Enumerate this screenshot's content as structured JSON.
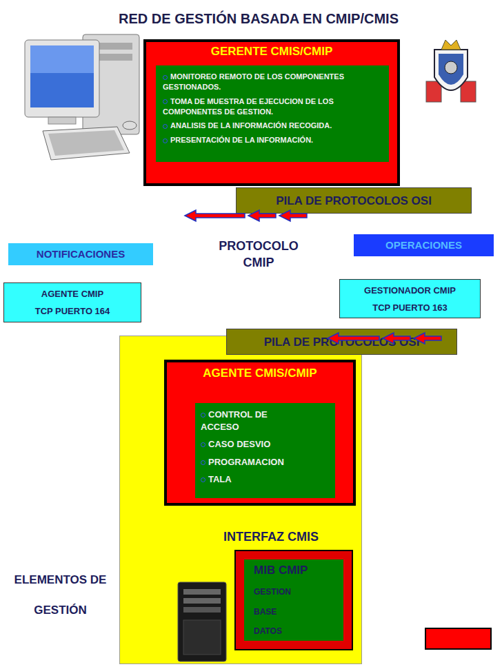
{
  "diagram": {
    "title": "RED DE GESTIÓN BASADA EN CMIP/CMIS",
    "nodes": [
      {
        "text": [
          "GERENTE CMIS/CMIP"
        ]
      },
      {
        "text": [
          "MONITOREO REMOTO DE LOS COMPONENTES GESTIONADOS.",
          "TOMA DE MUESTRA DE EJECUCION DE LOS COMPONENTES DE GESTION.",
          "ANALISIS DE LA INFORMACIÓN RECOGIDA.",
          "PRESENTACIÓN DE LA INFORMACIÓN."
        ],
        "in": 0
      },
      {
        "text": [
          "PILA DE PROTOCOLOS OSI"
        ]
      },
      {
        "text": [
          "NOTIFICACIONES"
        ]
      },
      {
        "text": [
          "OPERACIONES"
        ]
      },
      {
        "text": [
          "AGENTE CMIP",
          "TCP PUERTO 164"
        ]
      },
      {
        "text": [
          "GESTIONADOR CMIP",
          "TCP PUERTO 163"
        ]
      },
      {
        "text": [
          "PILA DE PROTOCOLOS OSI"
        ]
      },
      {
        "text": [
          "INTERFAZ CMIS"
        ]
      },
      {
        "text": [
          "AGENTE CMIS/CMIP"
        ],
        "in": 8
      },
      {
        "text": [
          "CONTROL DE ACCESO",
          "CASO DESVIO",
          "PROGRAMACION",
          "TALA"
        ],
        "in": 9
      },
      {
        "text": [
          "MIB CMIP",
          "GESTION",
          "BASE",
          "DATOS"
        ],
        "in": 8
      }
    ],
    "labels": [
      "PROTOCOLO CMIP",
      "ELEMENTOS DE GESTIÓN"
    ]
  }
}
